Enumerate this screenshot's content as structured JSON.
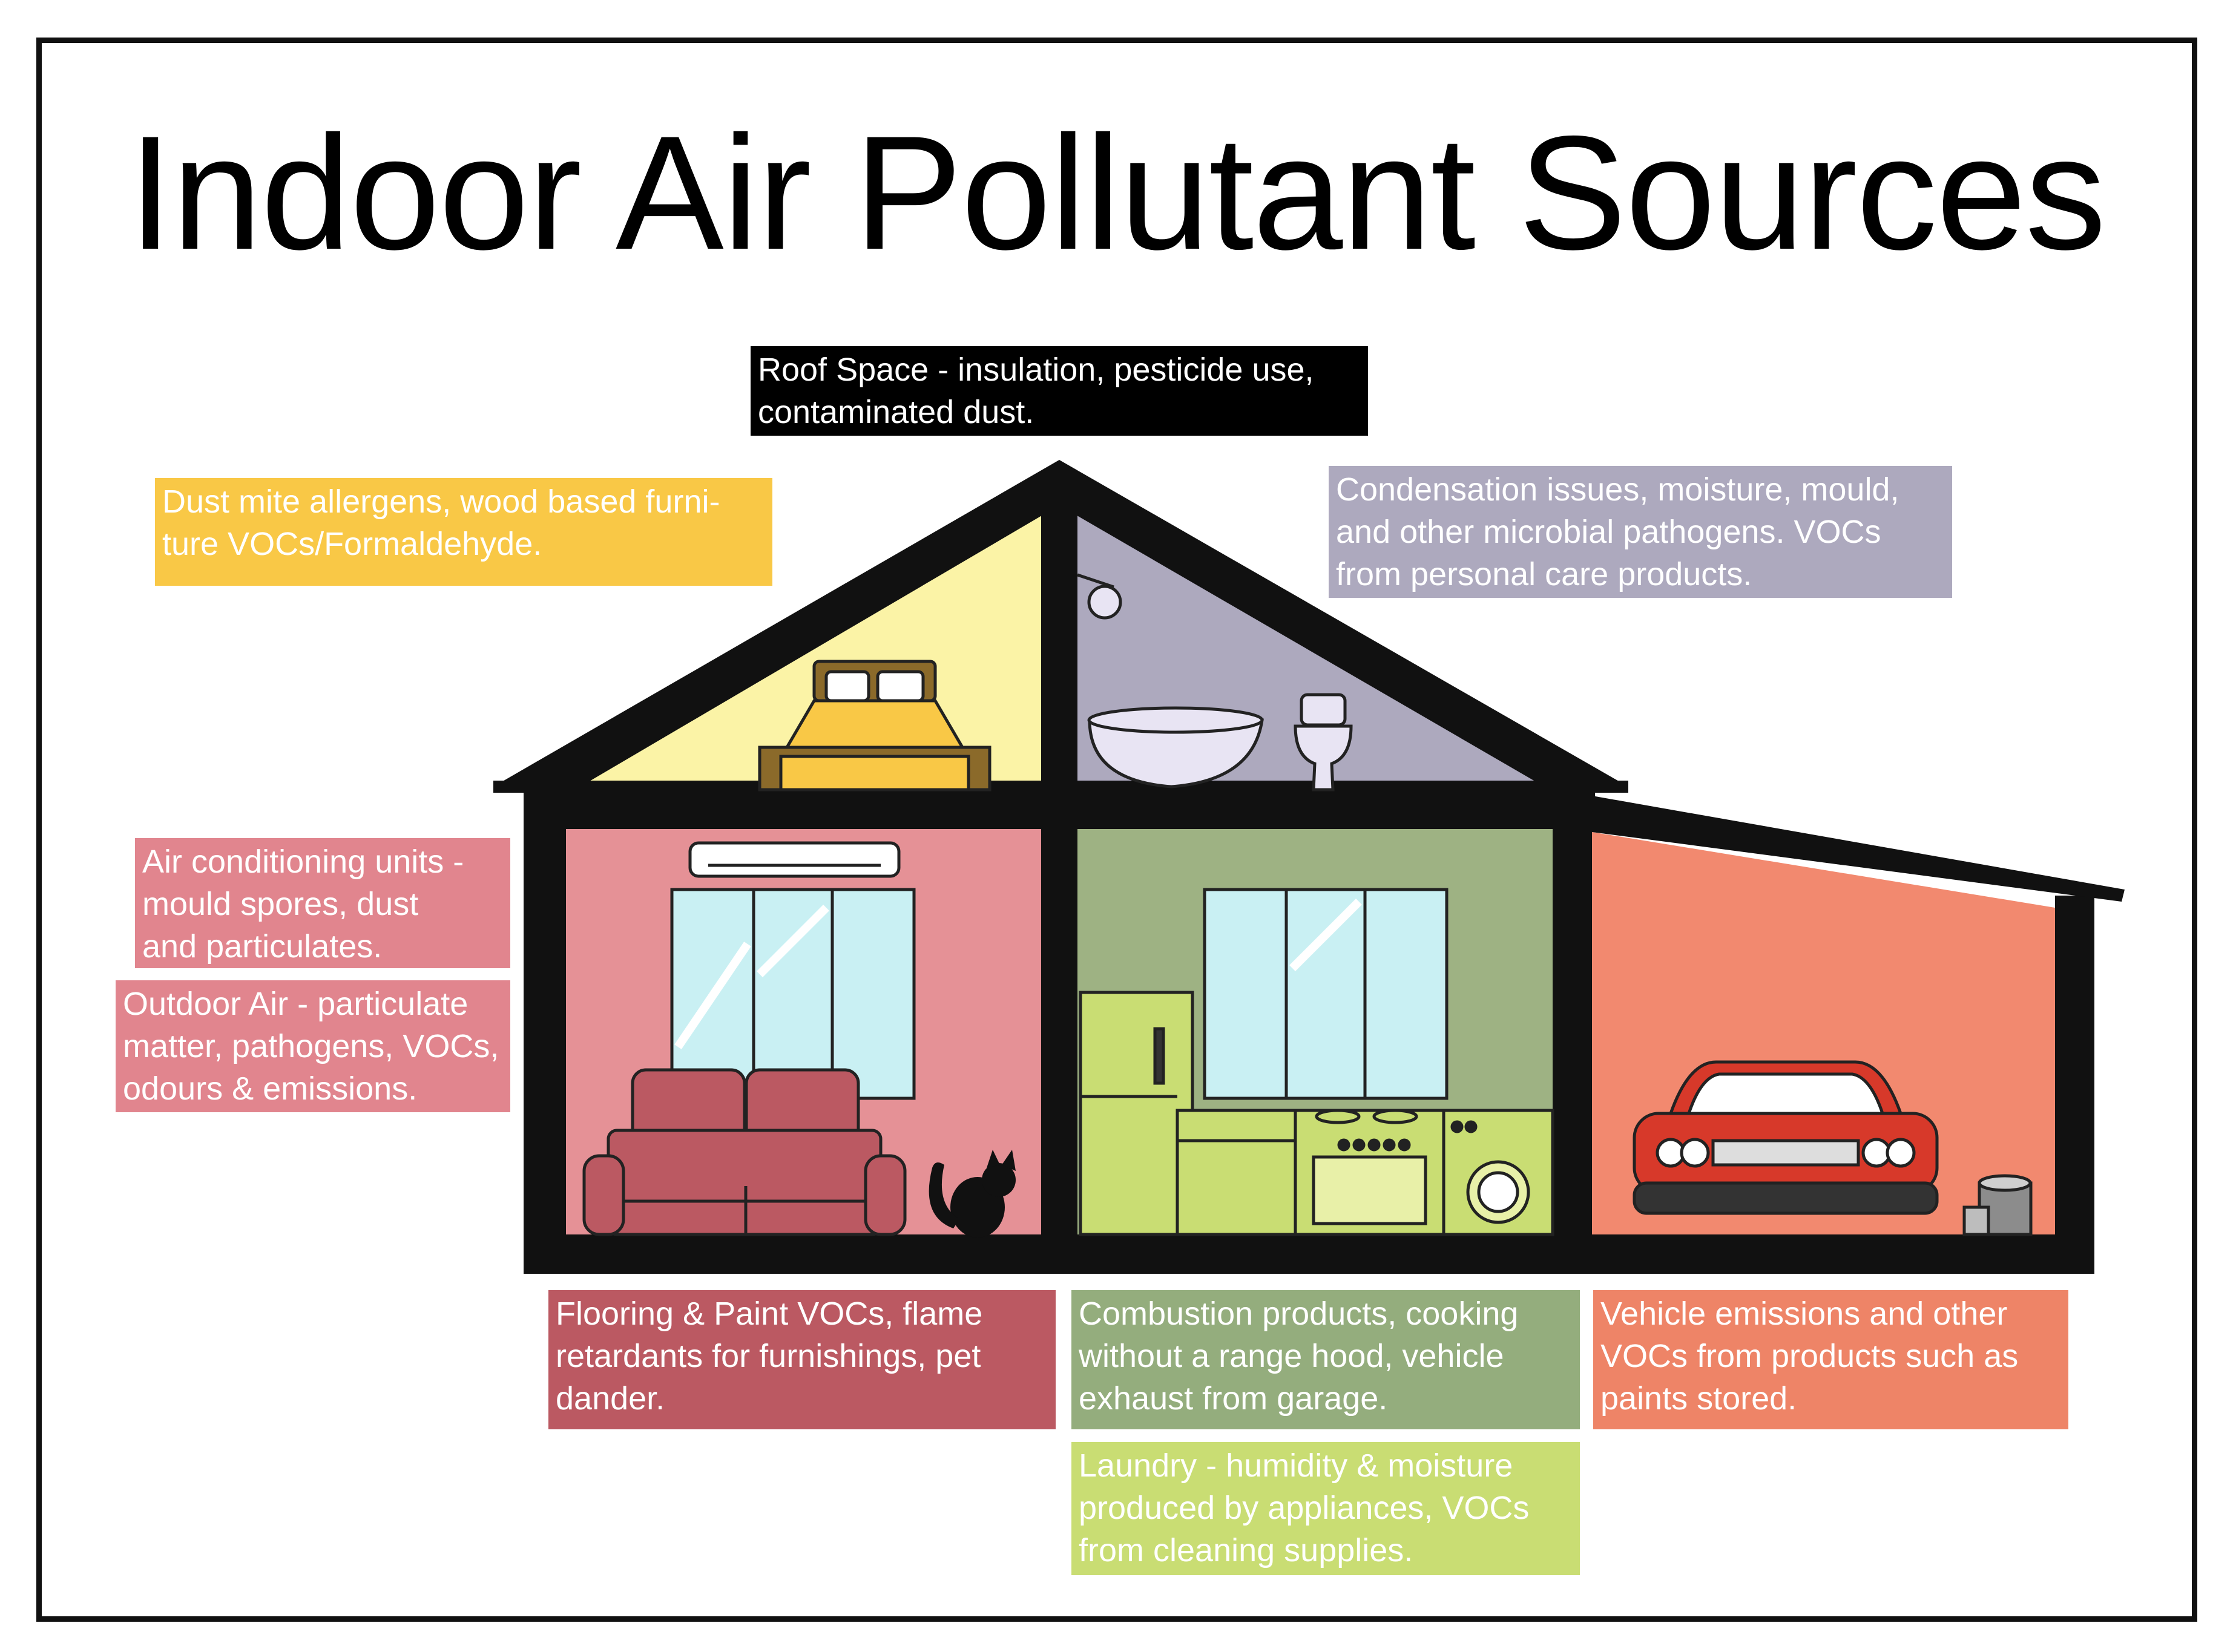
{
  "title": "Indoor Air Pollutant Sources",
  "labels": {
    "roof": "Roof Space - insulation, pesticide use,\ncontaminated dust.",
    "bedroom": "Dust mite allergens, wood based furni-\nture VOCs/Formaldehyde.",
    "bathroom": "Condensation issues, moisture, mould,\nand other microbial pathogens. VOCs\nfrom personal care products.",
    "aircon": "Air conditioning units -\nmould spores, dust\nand particulates.",
    "outdoor": "Outdoor Air - particulate\nmatter, pathogens, VOCs,\nodours & emissions.",
    "living": "Flooring & Paint VOCs, flame\nretardants for furnishings, pet\ndander.",
    "kitchen": "Combustion products, cooking\nwithout a range hood, vehicle\nexhaust from garage.",
    "laundry": "Laundry - humidity & moisture\nproduced by appliances, VOCs\nfrom cleaning supplies.",
    "garage": "Vehicle emissions and other\nVOCs from products such as\npaints stored."
  },
  "colors": {
    "roof": "#000000",
    "bedroom": "#f9c846",
    "bathroom": "#ada9be",
    "aircon": "#e1858e",
    "outdoor": "#e1858e",
    "living": "#bb5962",
    "kitchen": "#94ad7d",
    "laundry": "#c9dd73",
    "garage": "#ee8467",
    "bedroom_wall": "#fbf3a6",
    "bathroom_wall": "#ada9be",
    "living_wall": "#e59196",
    "kitchen_wall": "#9eb283",
    "garage_wall": "#f2896f"
  }
}
